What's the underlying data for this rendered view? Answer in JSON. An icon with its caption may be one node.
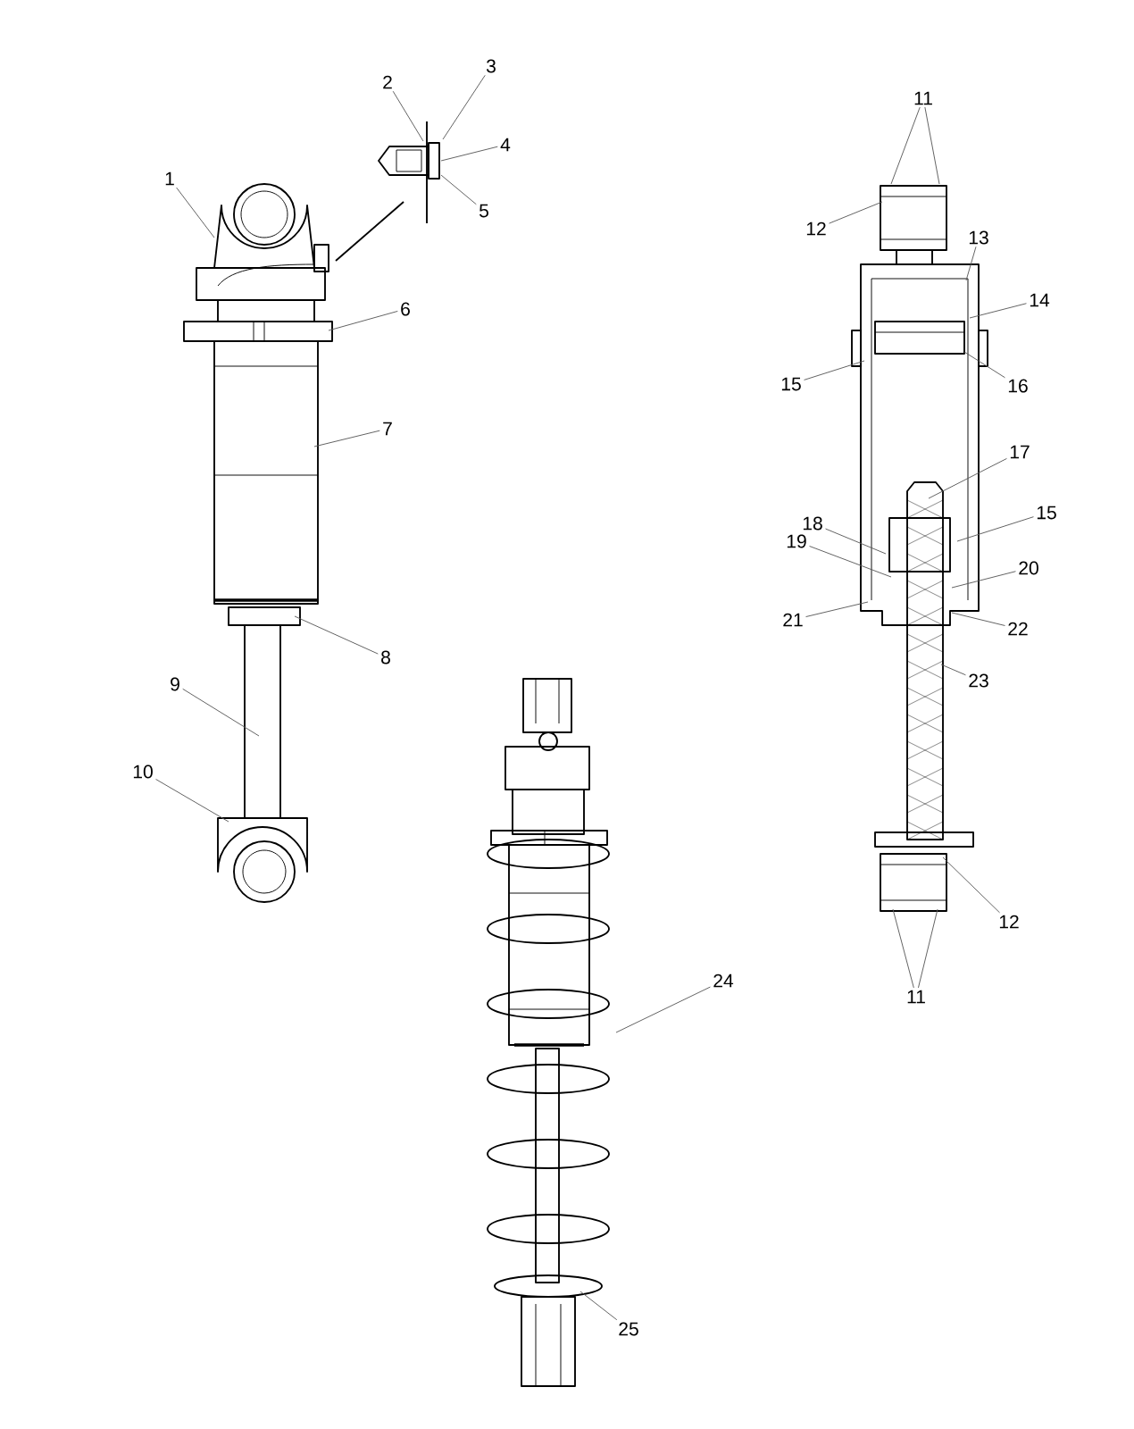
{
  "diagram": {
    "nodes": [
      {
        "text": [
          "1"
        ]
      },
      {
        "text": [
          "2"
        ]
      },
      {
        "text": [
          "3"
        ]
      },
      {
        "text": [
          "4"
        ]
      },
      {
        "text": [
          "5"
        ]
      },
      {
        "text": [
          "6"
        ]
      },
      {
        "text": [
          "7"
        ]
      },
      {
        "text": [
          "8"
        ]
      },
      {
        "text": [
          "9"
        ]
      },
      {
        "text": [
          "10"
        ]
      },
      {
        "text": [
          "11"
        ]
      },
      {
        "text": [
          "12"
        ]
      },
      {
        "text": [
          "13"
        ]
      },
      {
        "text": [
          "14"
        ]
      },
      {
        "text": [
          "15"
        ]
      },
      {
        "text": [
          "16"
        ]
      },
      {
        "text": [
          "17"
        ]
      },
      {
        "text": [
          "18"
        ]
      },
      {
        "text": [
          "15"
        ]
      },
      {
        "text": [
          "19"
        ]
      },
      {
        "text": [
          "20"
        ]
      },
      {
        "text": [
          "21"
        ]
      },
      {
        "text": [
          "22"
        ]
      },
      {
        "text": [
          "23"
        ]
      },
      {
        "text": [
          "12"
        ]
      },
      {
        "text": [
          "11"
        ]
      },
      {
        "text": [
          "24"
        ]
      },
      {
        "text": [
          "25"
        ]
      }
    ],
    "edges": [
      {
        "from": 0,
        "to": null,
        "arrow": "none"
      },
      {
        "from": 1,
        "to": null,
        "arrow": "none"
      },
      {
        "from": 2,
        "to": null,
        "arrow": "none"
      },
      {
        "from": 3,
        "to": null,
        "arrow": "none"
      },
      {
        "from": 4,
        "to": null,
        "arrow": "none"
      },
      {
        "from": 5,
        "to": null,
        "arrow": "none"
      },
      {
        "from": 6,
        "to": null,
        "arrow": "none"
      },
      {
        "from": 7,
        "to": null,
        "arrow": "none"
      },
      {
        "from": 8,
        "to": null,
        "arrow": "none"
      },
      {
        "from": 9,
        "to": null,
        "arrow": "none"
      },
      {
        "from": 10,
        "to": null,
        "arrow": "none"
      },
      {
        "from": 10,
        "to": null,
        "arrow": "none"
      },
      {
        "from": 11,
        "to": null,
        "arrow": "none"
      },
      {
        "from": 12,
        "to": null,
        "arrow": "none"
      },
      {
        "from": 13,
        "to": null,
        "arrow": "none"
      },
      {
        "from": 14,
        "to": null,
        "arrow": "none"
      },
      {
        "from": 15,
        "to": null,
        "arrow": "none"
      },
      {
        "from": 16,
        "to": null,
        "arrow": "none"
      },
      {
        "from": 17,
        "to": null,
        "arrow": "none"
      },
      {
        "from": 18,
        "to": null,
        "arrow": "none"
      },
      {
        "from": 19,
        "to": null,
        "arrow": "none"
      },
      {
        "from": 20,
        "to": null,
        "arrow": "none"
      },
      {
        "from": 21,
        "to": null,
        "arrow": "none"
      },
      {
        "from": 22,
        "to": null,
        "arrow": "none"
      },
      {
        "from": 23,
        "to": null,
        "arrow": "none"
      },
      {
        "from": 24,
        "to": null,
        "arrow": "none"
      },
      {
        "from": 25,
        "to": null,
        "arrow": "none"
      },
      {
        "from": 25,
        "to": null,
        "arrow": "none"
      },
      {
        "from": 26,
        "to": null,
        "arrow": "none"
      },
      {
        "from": 27,
        "to": null,
        "arrow": "none"
      }
    ]
  }
}
